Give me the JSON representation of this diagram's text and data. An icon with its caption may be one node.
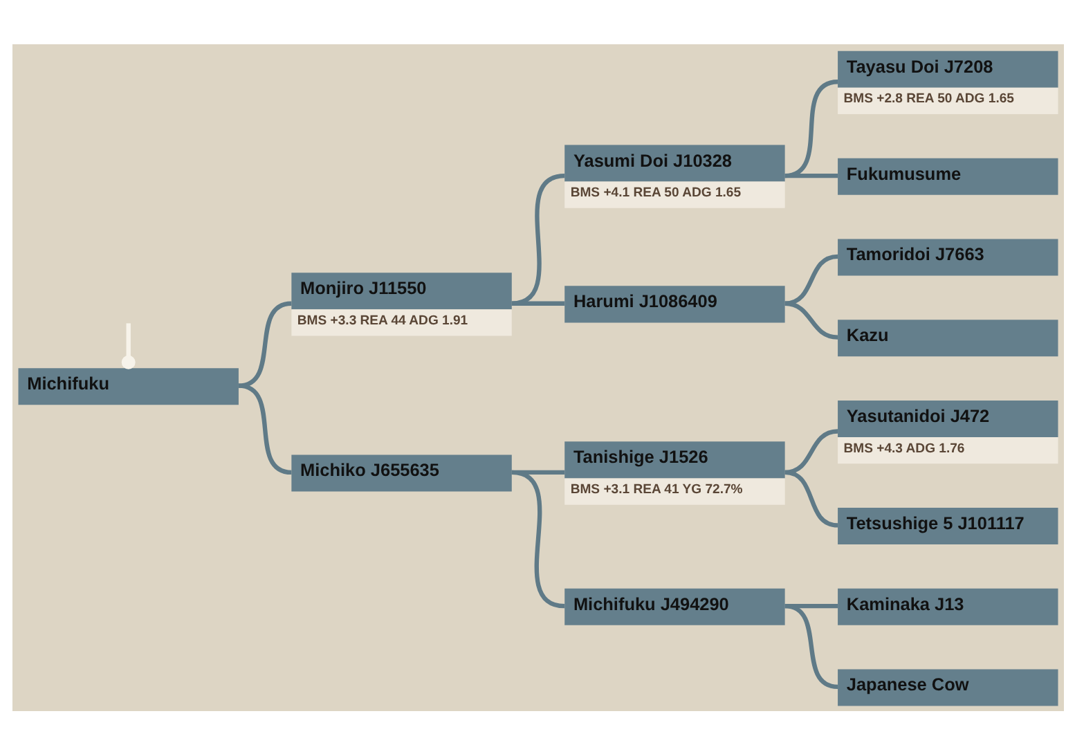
{
  "diagram": {
    "nodes": [
      {
        "text": [
          "Michifuku"
        ]
      },
      {
        "text": [
          "Monjiro J11550",
          "BMS +3.3 REA 44 ADG 1.91"
        ]
      },
      {
        "text": [
          "Yasumi Doi J10328",
          "BMS +4.1 REA 50 ADG 1.65"
        ]
      },
      {
        "text": [
          "Tayasu Doi J7208",
          "BMS +2.8 REA 50 ADG 1.65"
        ]
      },
      {
        "text": [
          "Fukumusume"
        ]
      },
      {
        "text": [
          "Harumi J1086409"
        ]
      },
      {
        "text": [
          "Tamoridoi J7663"
        ]
      },
      {
        "text": [
          "Kazu"
        ]
      },
      {
        "text": [
          "Michiko J655635"
        ]
      },
      {
        "text": [
          "Tanishige J1526",
          "BMS +3.1 REA 41 YG 72.7%"
        ]
      },
      {
        "text": [
          "Yasutanidoi J472",
          "BMS +4.3 ADG 1.76"
        ]
      },
      {
        "text": [
          "Tetsushige 5 J101117"
        ]
      },
      {
        "text": [
          "Michifuku J494290"
        ]
      },
      {
        "text": [
          "Kaminaka J13"
        ]
      },
      {
        "text": [
          "Japanese Cow"
        ]
      }
    ],
    "edges": [
      {
        "from": null,
        "to": 0,
        "arrow": "other",
        "color": "#f7f3ea"
      },
      {
        "from": 0,
        "to": 1,
        "arrow": "none"
      },
      {
        "from": 0,
        "to": 8,
        "arrow": "none"
      },
      {
        "from": 1,
        "to": 2,
        "arrow": "none"
      },
      {
        "from": 1,
        "to": 5,
        "arrow": "none"
      },
      {
        "from": 2,
        "to": 3,
        "arrow": "none"
      },
      {
        "from": 2,
        "to": 4,
        "arrow": "none"
      },
      {
        "from": 5,
        "to": 6,
        "arrow": "none"
      },
      {
        "from": 5,
        "to": 7,
        "arrow": "none"
      },
      {
        "from": 8,
        "to": 9,
        "arrow": "none"
      },
      {
        "from": 8,
        "to": 12,
        "arrow": "none"
      },
      {
        "from": 9,
        "to": 10,
        "arrow": "none"
      },
      {
        "from": 9,
        "to": 11,
        "arrow": "none"
      },
      {
        "from": 12,
        "to": 13,
        "arrow": "none"
      },
      {
        "from": 12,
        "to": 14,
        "arrow": "none"
      }
    ]
  }
}
